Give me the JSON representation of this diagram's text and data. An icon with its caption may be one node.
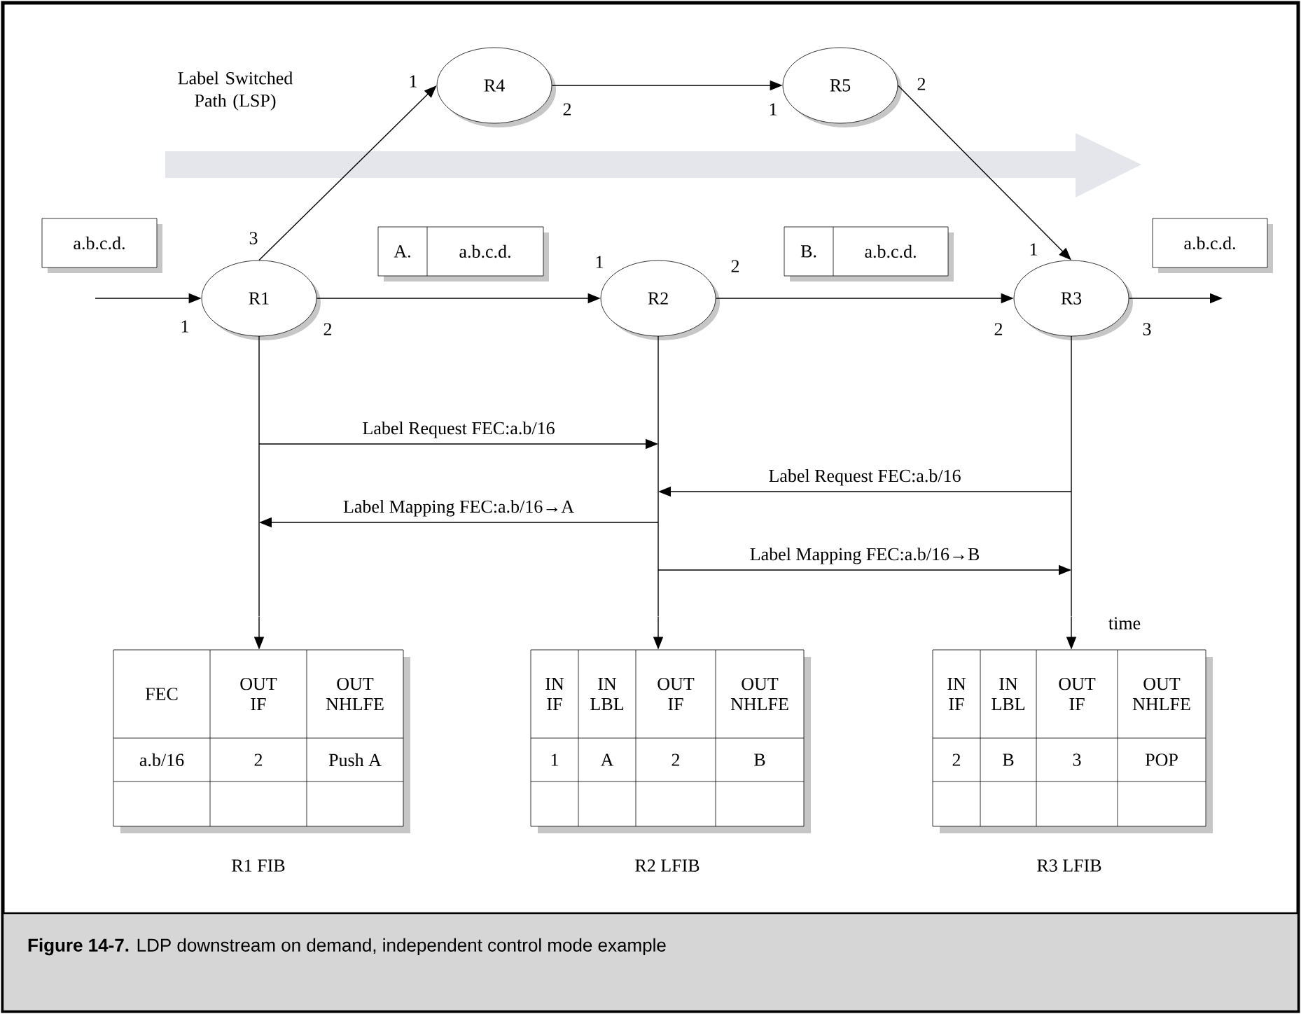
{
  "diagram": {
    "caption": "**Figure 14-7.** LDP downstream on demand, independent control mode example",
    "nodes": [
      {
        "text": [
          "R4"
        ]
      },
      {
        "text": [
          "R5"
        ]
      },
      {
        "text": [
          "R1"
        ]
      },
      {
        "text": [
          "R2"
        ]
      },
      {
        "text": [
          "R3"
        ]
      },
      {
        "text": [
          "a.b.c.d."
        ]
      },
      {
        "text": [
          "A.",
          "a.b.c.d."
        ]
      },
      {
        "text": [
          "B.",
          "a.b.c.d."
        ]
      },
      {
        "text": [
          "a.b.c.d."
        ]
      },
      {
        "text": [
          "FEC",
          "OUT IF",
          "OUT NHLFE",
          "a.b/16",
          "2",
          "Push A"
        ],
        "beside": [
          "R1 FIB"
        ]
      },
      {
        "text": [
          "IN IF",
          "IN LBL",
          "OUT IF",
          "OUT NHLFE",
          "1",
          "A",
          "2",
          "B"
        ],
        "beside": [
          "R2 LFIB"
        ]
      },
      {
        "text": [
          "IN IF",
          "IN LBL",
          "OUT IF",
          "OUT NHLFE",
          "2",
          "B",
          "3",
          "POP"
        ],
        "beside": [
          "R3 LFIB"
        ]
      },
      {
        "text": [],
        "shape": "line"
      },
      {
        "text": [],
        "shape": "line"
      },
      {
        "text": [],
        "shape": "line"
      }
    ],
    "edges": [
      {
        "from": null,
        "to": 2,
        "arrow": "to"
      },
      {
        "from": 2,
        "to": 0,
        "arrow": "to"
      },
      {
        "from": 0,
        "to": 1,
        "arrow": "to"
      },
      {
        "from": 1,
        "to": 4,
        "arrow": "to"
      },
      {
        "from": 2,
        "to": 3,
        "arrow": "to"
      },
      {
        "from": 3,
        "to": 4,
        "arrow": "to"
      },
      {
        "from": 4,
        "to": null,
        "arrow": "to"
      },
      {
        "from": 12,
        "to": 9,
        "arrow": "to"
      },
      {
        "from": 13,
        "to": 10,
        "arrow": "to"
      },
      {
        "from": 14,
        "to": 11,
        "arrow": "to"
      },
      {
        "from": 12,
        "to": 13,
        "arrow": "to",
        "label": "Label Request FEC:a.b/16"
      },
      {
        "from": 14,
        "to": 13,
        "arrow": "to",
        "label": "Label Request FEC:a.b/16"
      },
      {
        "from": 13,
        "to": 12,
        "arrow": "to",
        "label": "Label Mapping FEC:a.b/16→A"
      },
      {
        "from": 13,
        "to": 14,
        "arrow": "to",
        "label": "Label Mapping FEC:a.b/16→B"
      }
    ],
    "labels": [
      "Label Switched Path (LSP)",
      "1",
      "2",
      "2",
      "1",
      "3",
      "1",
      "2",
      "1",
      "1",
      "2",
      "2",
      "3",
      "time"
    ]
  }
}
